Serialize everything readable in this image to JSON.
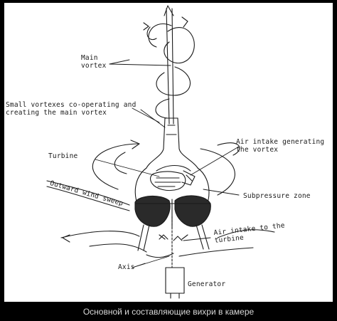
{
  "labels": {
    "main_vortex": [
      "Main",
      "vortex"
    ],
    "small_vortexes": [
      "Small vortexes co-operating and",
      "creating the main vortex"
    ],
    "air_intake_vortex": [
      "Air intake generating",
      "the vortex"
    ],
    "turbine": "Turbine",
    "outward_wind": "Outward wind sweep",
    "subpressure": "Subpressure zone",
    "air_intake_turbine": [
      "Air intake to the",
      "turbine"
    ],
    "axis": "Axis",
    "generator": "Generator"
  },
  "caption": "Основной и составляющие вихри в камере",
  "colors": {
    "background": "#000000",
    "sheet": "#ffffff",
    "ink": "#1a1a1a",
    "caption": "#d8d8d8"
  }
}
